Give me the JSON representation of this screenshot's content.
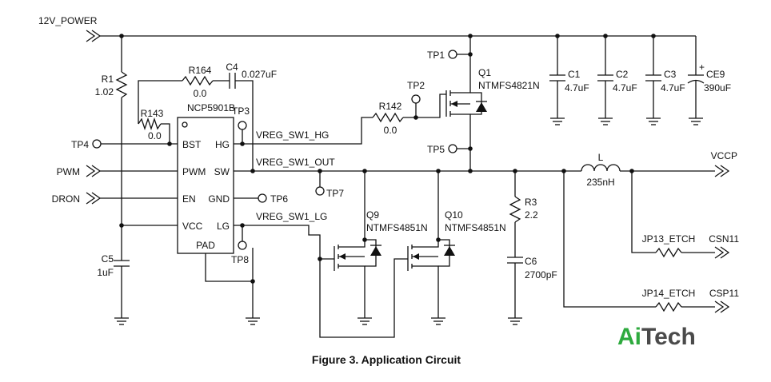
{
  "nets": {
    "power_12v": "12V_POWER",
    "vccp": "VCCP",
    "pwm": "PWM",
    "dron": "DRON",
    "csn11": "CSN11",
    "csp11": "CSP11",
    "vreg_hg": "VREG_SW1_HG",
    "vreg_out": "VREG_SW1_OUT",
    "vreg_lg": "VREG_SW1_LG"
  },
  "ic": {
    "name": "NCP5901B",
    "pins": {
      "bst": "BST",
      "pwm": "PWM",
      "en": "EN",
      "vcc": "VCC",
      "hg": "HG",
      "sw": "SW",
      "gnd": "GND",
      "lg": "LG",
      "pad": "PAD"
    }
  },
  "components": {
    "r1": {
      "ref": "R1",
      "value": "1.02"
    },
    "r164": {
      "ref": "R164",
      "value": "0.0"
    },
    "c4": {
      "ref": "C4",
      "value": "0.027uF"
    },
    "r143": {
      "ref": "R143",
      "value": "0.0"
    },
    "r142": {
      "ref": "R142",
      "value": "0.0"
    },
    "c5": {
      "ref": "C5",
      "value": "1uF"
    },
    "q1": {
      "ref": "Q1",
      "value": "NTMFS4821N"
    },
    "q9": {
      "ref": "Q9",
      "value": "NTMFS4851N"
    },
    "q10": {
      "ref": "Q10",
      "value": "NTMFS4851N"
    },
    "c1": {
      "ref": "C1",
      "value": "4.7uF"
    },
    "c2": {
      "ref": "C2",
      "value": "4.7uF"
    },
    "c3": {
      "ref": "C3",
      "value": "4.7uF"
    },
    "ce9": {
      "ref": "CE9",
      "value": "390uF"
    },
    "ce9_polarity": "+",
    "l": {
      "ref": "L",
      "value": "235nH"
    },
    "r3": {
      "ref": "R3",
      "value": "2.2"
    },
    "c6": {
      "ref": "C6",
      "value": "2700pF"
    },
    "jp13": {
      "ref": "JP13_ETCH"
    },
    "jp14": {
      "ref": "JP14_ETCH"
    }
  },
  "test_points": {
    "tp1": "TP1",
    "tp2": "TP2",
    "tp3": "TP3",
    "tp4": "TP4",
    "tp5": "TP5",
    "tp6": "TP6",
    "tp7": "TP7",
    "tp8": "TP8"
  },
  "caption": "Figure 3. Application Circuit",
  "watermark": {
    "part1": "Ai",
    "part2": "Tech"
  }
}
